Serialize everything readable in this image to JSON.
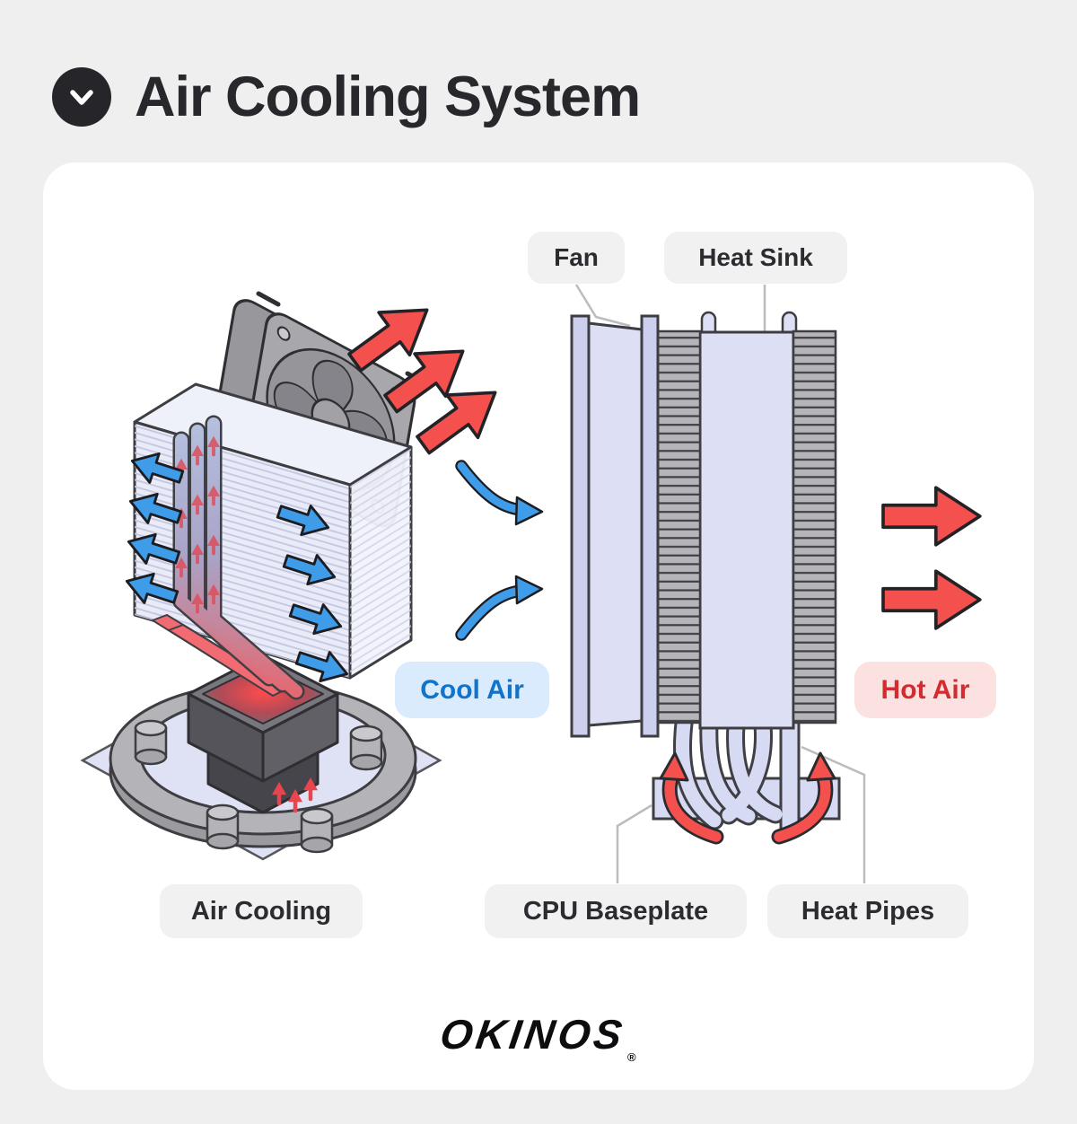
{
  "header": {
    "title": "Air Cooling System"
  },
  "diagram": {
    "labels": {
      "fan": "Fan",
      "heat_sink": "Heat Sink",
      "cool_air": "Cool Air",
      "hot_air": "Hot Air",
      "air_cooling": "Air Cooling",
      "cpu_baseplate": "CPU Baseplate",
      "heat_pipes": "Heat Pipes"
    },
    "colors": {
      "background": "#efeff0",
      "card": "#ffffff",
      "label_bg": "#f1f1f2",
      "label_text": "#2b2b30",
      "cool_air_bg": "#d9ebfc",
      "cool_air_text": "#1173c9",
      "hot_air_bg": "#fce1e1",
      "hot_air_text": "#d32b2f",
      "arrow_blue": "#3f9ce9",
      "arrow_red": "#f4504e",
      "metal_lavender": "#dde0f5",
      "metal_gray": "#b5b5b9",
      "outline_dark": "#3d3d42",
      "chip_glow_red": "#ff4b4b",
      "icon_circle": "#26262a"
    }
  },
  "brand": {
    "logo_text": "OKINOS",
    "registered_mark": "®"
  }
}
